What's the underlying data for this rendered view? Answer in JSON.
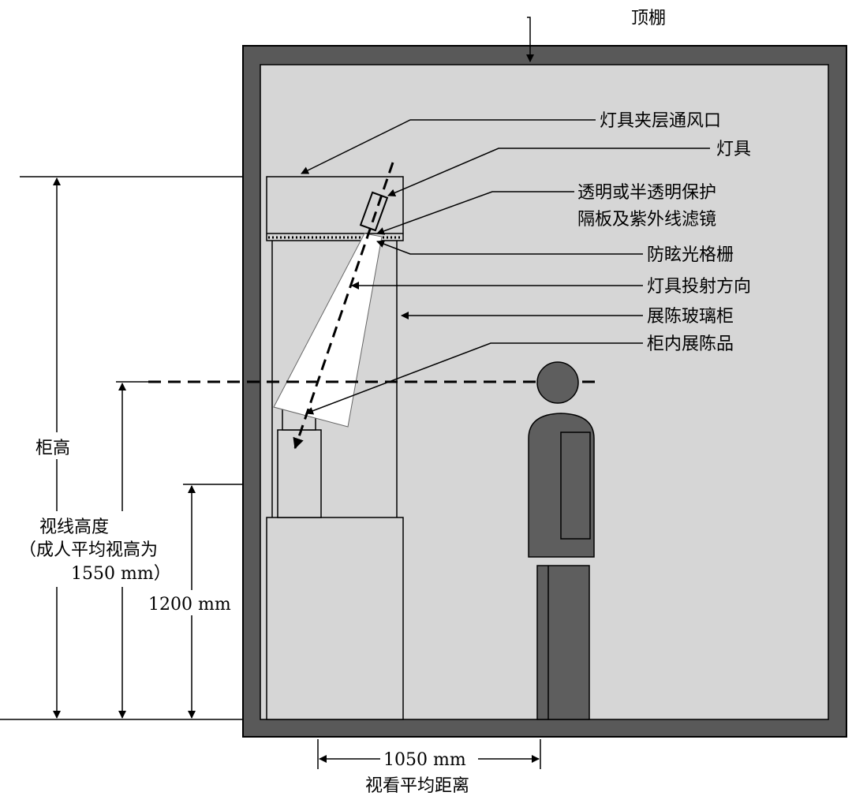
{
  "labels": {
    "ceiling": "顶棚",
    "vent": "灯具夹层通风口",
    "fixture": "灯具",
    "cover_line1": "透明或半透明保护",
    "cover_line2": "隔板及紫外线滤镜",
    "louver": "防眩光格栅",
    "direction": "灯具投射方向",
    "cabinet": "展陈玻璃柜",
    "exhibit": "柜内展陈品"
  },
  "dimensions": {
    "cabinet_height": "柜高",
    "eye_line1": "视线高度",
    "eye_line2": "（成人平均视高为",
    "eye_line3": "1550 mm）",
    "base_height": "1200 mm",
    "distance_value": "1050 mm",
    "distance_label": "视看平均距离"
  },
  "colors": {
    "room_bg": "#d6d6d6",
    "wall": "#595959",
    "person": "#5e5e5e",
    "cabinet_fill": "#d6d6d6",
    "beam": "#ffffff",
    "line": "#000000"
  }
}
